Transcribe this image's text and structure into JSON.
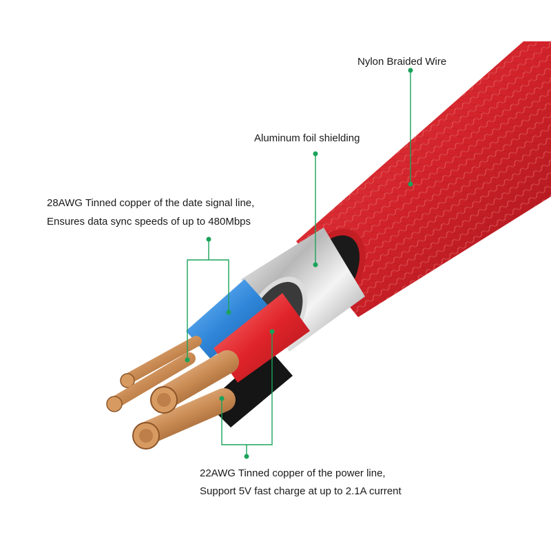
{
  "labels": {
    "nylon": "Nylon Braided Wire",
    "foil": "Aluminum foil shielding",
    "signal_line1": "28AWG Tinned copper of the date signal line,",
    "signal_line2": "Ensures data sync speeds of up to 480Mbps",
    "power_line1": "22AWG Tinned copper of the power line,",
    "power_line2": "Support 5V fast charge at up to 2.1A current"
  },
  "colors": {
    "callout": "#1aa35a",
    "braid": "#d8262c",
    "foil": "#c9c9c9",
    "wire_blue": "#2f86d8",
    "wire_red": "#e0242a",
    "wire_black": "#151515",
    "copper": "#c98a52"
  }
}
